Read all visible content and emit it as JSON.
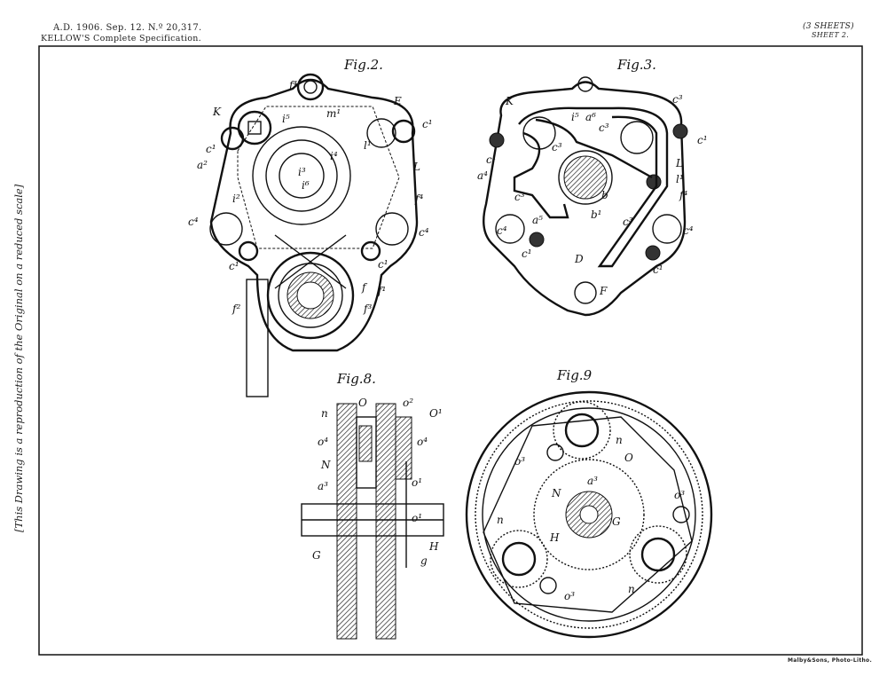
{
  "header": {
    "line1": "A.D. 1906. Sep. 12. N.º 20,317.",
    "line2": "KELLOW'S Complete Specification."
  },
  "sheets": {
    "count": "(3 SHEETS)",
    "sheet": "SHEET 2."
  },
  "side_note": "[This Drawing is a reproduction of the Original on a reduced scale]",
  "lithographer": "Malby&Sons, Photo-Litho.",
  "figures": {
    "fig2": {
      "title": "Fig.2.",
      "labels": [
        "K",
        "f⁴",
        "E",
        "c¹",
        "c¹",
        "i⁵",
        "m¹",
        "l¹",
        "i³",
        "i⁶",
        "i⁴",
        "L",
        "a²",
        "i²",
        "f⁴",
        "c⁴",
        "c⁴",
        "c¹",
        "c¹",
        "f",
        "f¹",
        "f²",
        "f³"
      ]
    },
    "fig3": {
      "title": "Fig.3.",
      "labels": [
        "K",
        "i⁵",
        "a⁶",
        "c³",
        "c³",
        "c¹",
        "c³",
        "L",
        "l¹",
        "a⁴",
        "c³",
        "b",
        "a⁵",
        "b¹",
        "c³",
        "f⁴",
        "c⁴",
        "c⁴",
        "D",
        "c¹",
        "c¹",
        "F",
        "c¹"
      ]
    },
    "fig8": {
      "title": "Fig.8.",
      "labels": [
        "n",
        "O",
        "o²",
        "O¹",
        "o⁴",
        "o⁴",
        "N",
        "a³",
        "o¹",
        "o¹",
        "G",
        "H",
        "g"
      ]
    },
    "fig9": {
      "title": "Fig.9",
      "labels": [
        "n",
        "O",
        "o³",
        "N",
        "a³",
        "G",
        "H",
        "o³",
        "n",
        "n",
        "o³"
      ]
    }
  }
}
